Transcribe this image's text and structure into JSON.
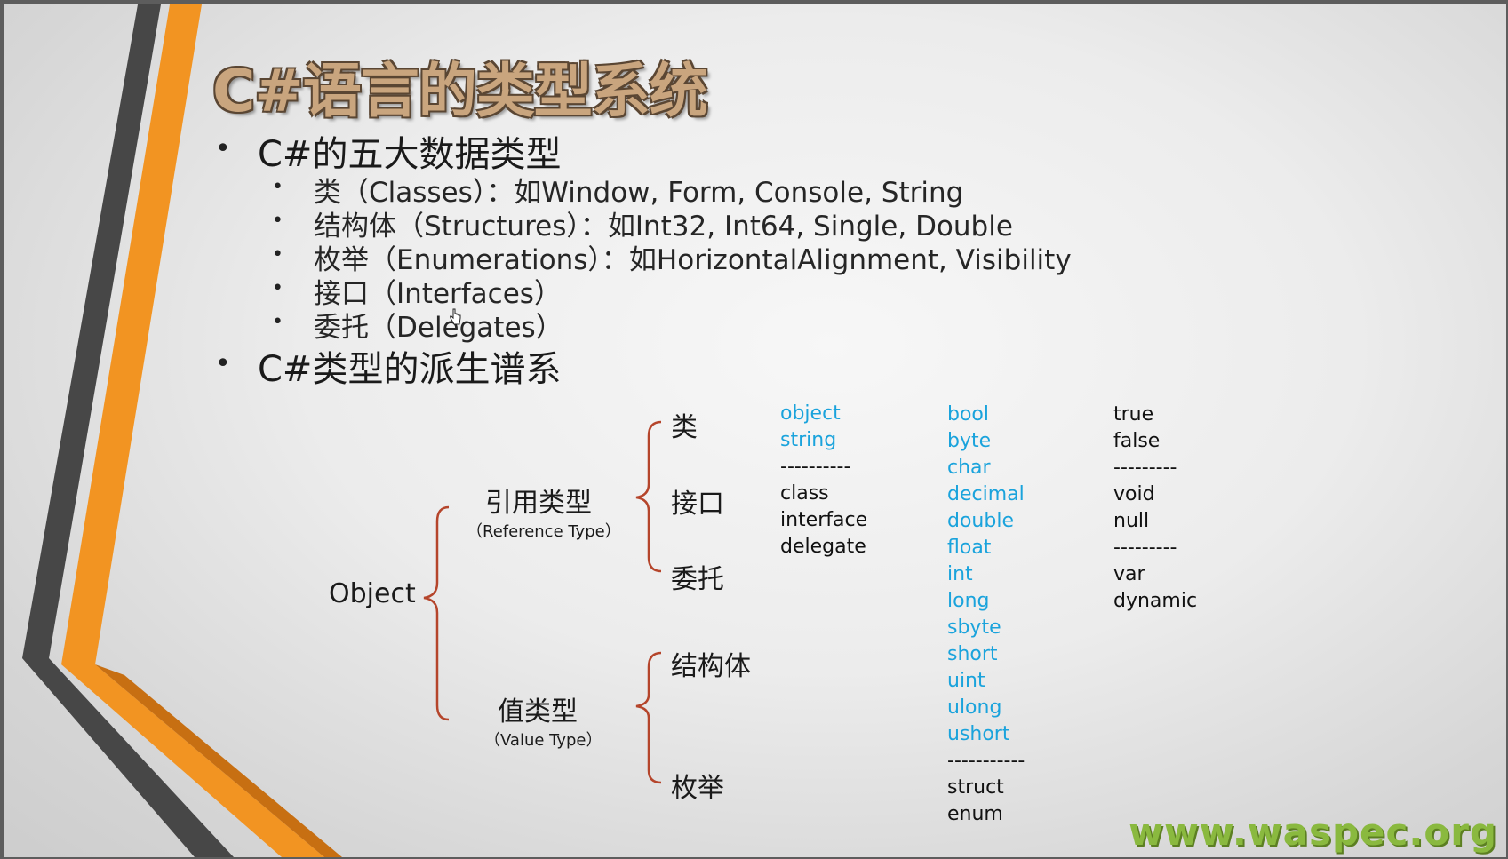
{
  "slide": {
    "title": "C#语言的类型系统",
    "section1": {
      "heading": "C#的五大数据类型",
      "items": [
        "类（Classes）：如Window, Form, Console, String",
        "结构体（Structures）：如Int32, Int64, Single, Double",
        "枚举（Enumerations）：如HorizontalAlignment, Visibility",
        "接口（Interfaces）",
        "委托（Delegates）"
      ]
    },
    "section2": {
      "heading": "C#类型的派生谱系"
    },
    "bullet_char": "•"
  },
  "tree": {
    "root": "Object",
    "reference": {
      "label": "引用类型",
      "sub": "（Reference Type）"
    },
    "value": {
      "label": "值类型",
      "sub": "（Value Type）"
    },
    "ref_children": [
      "类",
      "接口",
      "委托"
    ],
    "val_children": [
      "结构体",
      "枚举"
    ],
    "brace_color": "#b5452b"
  },
  "keywords": {
    "col1": [
      {
        "text": "object",
        "color": "blue"
      },
      {
        "text": "string",
        "color": "blue"
      },
      {
        "text": "----------",
        "color": "dark"
      },
      {
        "text": "class",
        "color": "dark"
      },
      {
        "text": "interface",
        "color": "dark"
      },
      {
        "text": "delegate",
        "color": "dark"
      }
    ],
    "col2": [
      {
        "text": "bool",
        "color": "blue"
      },
      {
        "text": "byte",
        "color": "blue"
      },
      {
        "text": "char",
        "color": "blue"
      },
      {
        "text": "decimal",
        "color": "blue"
      },
      {
        "text": "double",
        "color": "blue"
      },
      {
        "text": "float",
        "color": "blue"
      },
      {
        "text": "int",
        "color": "blue"
      },
      {
        "text": "long",
        "color": "blue"
      },
      {
        "text": "sbyte",
        "color": "blue"
      },
      {
        "text": "short",
        "color": "blue"
      },
      {
        "text": "uint",
        "color": "blue"
      },
      {
        "text": "ulong",
        "color": "blue"
      },
      {
        "text": "ushort",
        "color": "blue"
      },
      {
        "text": "-----------",
        "color": "dark"
      },
      {
        "text": "struct",
        "color": "dark"
      },
      {
        "text": "enum",
        "color": "dark"
      }
    ],
    "col3": [
      {
        "text": "true",
        "color": "dark"
      },
      {
        "text": "false",
        "color": "dark"
      },
      {
        "text": "---------",
        "color": "dark"
      },
      {
        "text": "void",
        "color": "dark"
      },
      {
        "text": "null",
        "color": "dark"
      },
      {
        "text": "---------",
        "color": "dark"
      },
      {
        "text": "var",
        "color": "dark"
      },
      {
        "text": "dynamic",
        "color": "dark"
      }
    ]
  },
  "watermark": "www.waspec.org",
  "colors": {
    "blue_keyword": "#1aa3dc",
    "accent_orange": "#f29422",
    "stripe_gray": "#4a4a4a"
  }
}
